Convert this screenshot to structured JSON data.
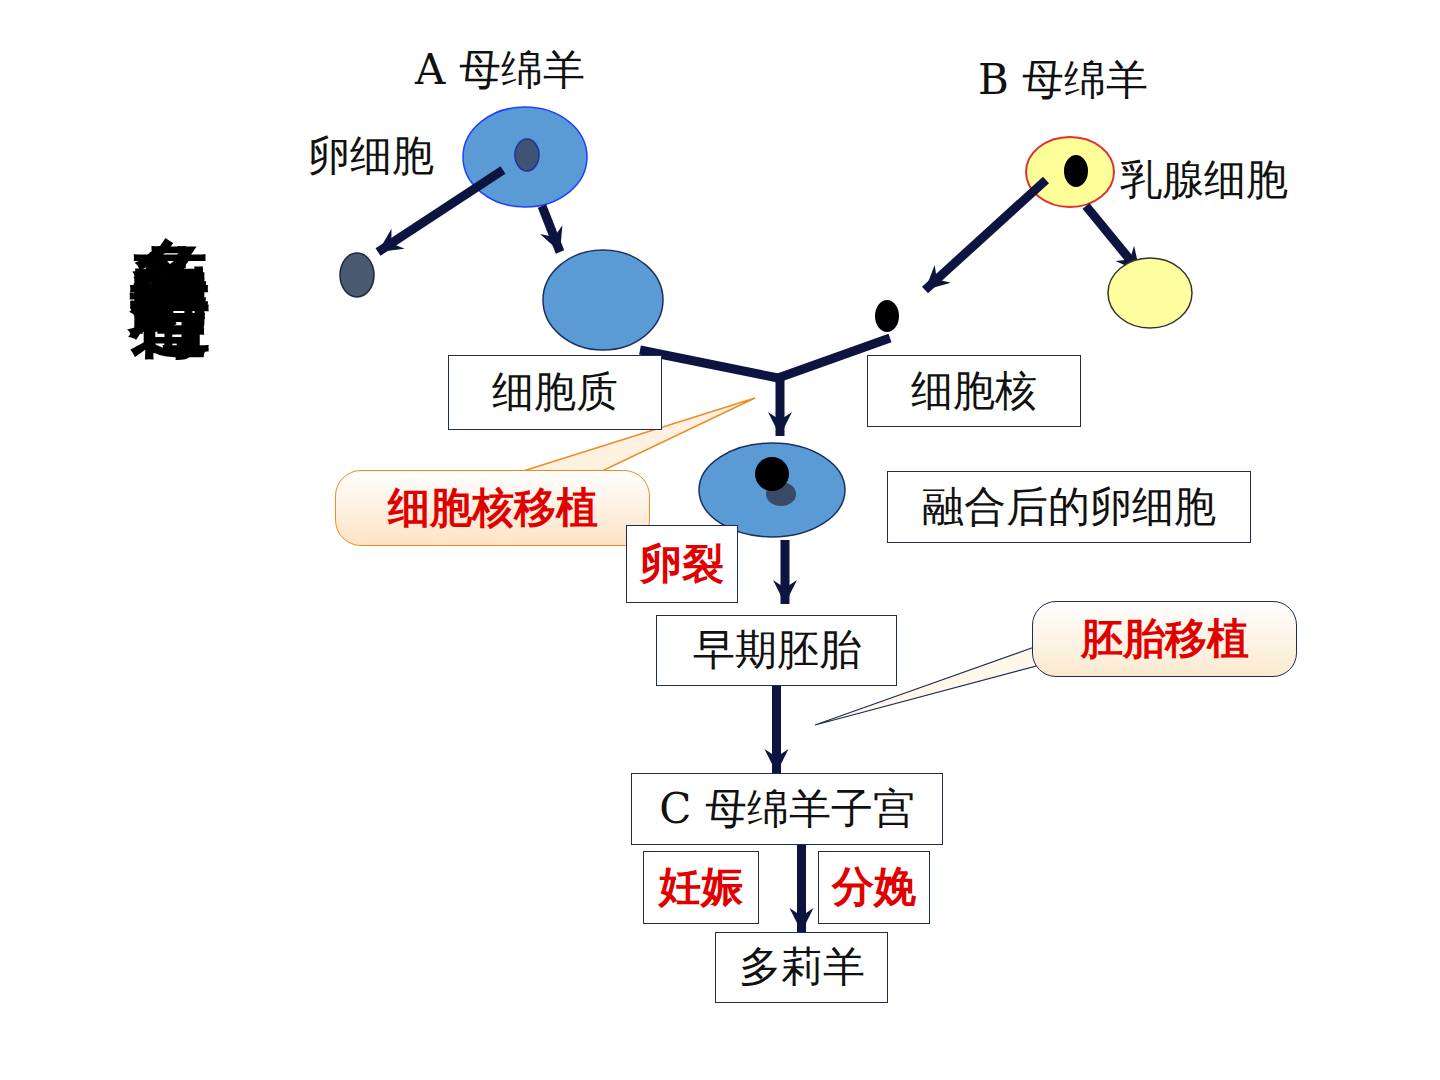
{
  "diagram": {
    "title": "多莉羊的培育过程",
    "nodes": [
      {
        "text": [
          "细胞质"
        ]
      },
      {
        "text": [
          "细胞核"
        ]
      },
      {
        "text": [
          "细胞核移植"
        ]
      },
      {
        "text": [
          "融合后的卵细胞"
        ]
      },
      {
        "text": [
          "卵裂"
        ]
      },
      {
        "text": [
          "胚胎移植"
        ]
      },
      {
        "text": [
          "早期胚胎"
        ]
      },
      {
        "text": [
          "C 母绵羊子宫"
        ]
      },
      {
        "text": [
          "妊娠"
        ]
      },
      {
        "text": [
          "分娩"
        ]
      },
      {
        "text": [
          "多莉羊"
        ]
      }
    ],
    "edges": [
      {
        "from": 6,
        "to": 7,
        "arrow": "to"
      },
      {
        "from": 7,
        "to": 10,
        "arrow": "to"
      }
    ],
    "labels": [
      "A 母绵羊",
      "B 母绵羊",
      "卵细胞",
      "乳腺细胞"
    ]
  }
}
